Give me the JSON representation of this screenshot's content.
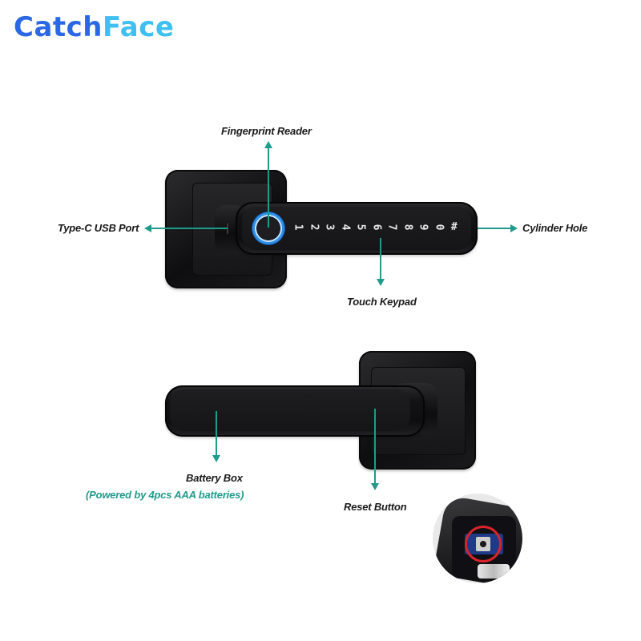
{
  "brand": {
    "part1": "Catch",
    "part2": "Face",
    "color_primary": "#2b68e6",
    "color_accent": "#3fc0f0"
  },
  "accent_color": "#1f9b8c",
  "top_lock": {
    "labels": {
      "fingerprint_reader": "Fingerprint Reader",
      "usb_port": "Type-C USB Port",
      "cylinder_hole": "Cylinder Hole",
      "touch_keypad": "Touch Keypad"
    },
    "keypad_keys": [
      "1",
      "2",
      "3",
      "4",
      "5",
      "6",
      "7",
      "8",
      "9",
      "0",
      "#"
    ]
  },
  "bottom_lock": {
    "labels": {
      "battery_box": "Battery Box",
      "battery_note": "(Powered by 4pcs AAA batteries)",
      "reset_button": "Reset Button"
    }
  },
  "inset": {
    "highlight_color": "#d8232a",
    "subject": "reset-button-closeup"
  }
}
